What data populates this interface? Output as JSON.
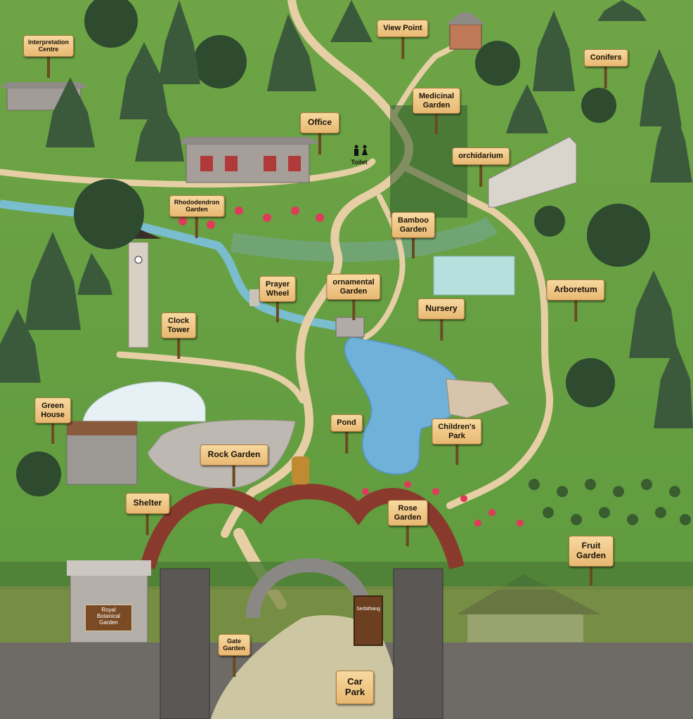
{
  "map": {
    "labels": {
      "interpretation_centre": "Interpretation\nCentre",
      "view_point": "View Point",
      "conifers": "Conifers",
      "medicinal_garden": "Medicinal\nGarden",
      "office": "Office",
      "toilet": "Toilet",
      "orchidarium": "orchidarium",
      "rhododendron_garden": "Rhododendron\nGarden",
      "bamboo_garden": "Bamboo\nGarden",
      "prayer_wheel": "Prayer\nWheel",
      "ornamental_garden": "ornamental\nGarden",
      "arboretum": "Arboretum",
      "nursery": "Nursery",
      "clock_tower": "Clock\nTower",
      "green_house": "Green\nHouse",
      "pond": "Pond",
      "childrens_park": "Children's\nPark",
      "rock_garden": "Rock Garden",
      "shelter": "Shelter",
      "rose_garden": "Rose\nGarden",
      "fruit_garden": "Fruit\nGarden",
      "royal_botanical_garden": "Royal\nBotanical\nGarden",
      "gate_garden": "Gate\nGarden",
      "gate_sign": "Serbithang",
      "car_park": "Car\nPark"
    },
    "colors": {
      "grass": "#6fa648",
      "path": "#e6cfa5",
      "water": "#7ab9d9",
      "sign": "#ecc182",
      "wall": "#6e6a66"
    }
  }
}
